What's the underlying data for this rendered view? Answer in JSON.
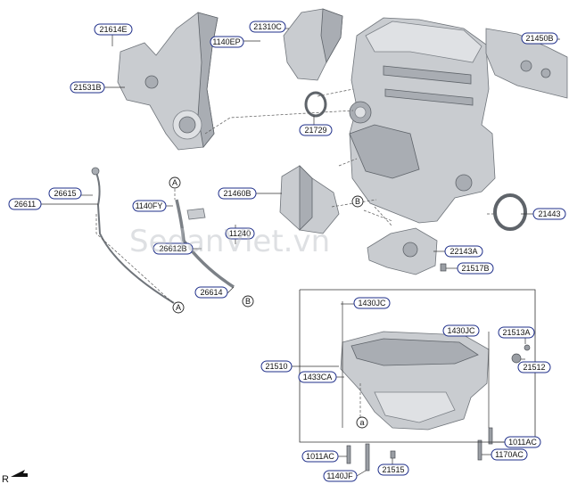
{
  "watermark": "SedanViet.vn",
  "corner_marker": "R",
  "labels": [
    {
      "key": "l_21614E",
      "text": "21614E"
    },
    {
      "key": "l_21531B",
      "text": "21531B"
    },
    {
      "key": "l_21310C",
      "text": "21310C"
    },
    {
      "key": "l_1140EP",
      "text": "1140EP"
    },
    {
      "key": "l_21450B",
      "text": "21450B"
    },
    {
      "key": "l_21729",
      "text": "21729"
    },
    {
      "key": "l_26611",
      "text": "26611"
    },
    {
      "key": "l_26615",
      "text": "26615"
    },
    {
      "key": "l_1140FY",
      "text": "1140FY"
    },
    {
      "key": "l_26612B",
      "text": "26612B"
    },
    {
      "key": "l_26614",
      "text": "26614"
    },
    {
      "key": "l_21460B",
      "text": "21460B"
    },
    {
      "key": "l_11240",
      "text": "11240"
    },
    {
      "key": "l_21443",
      "text": "21443"
    },
    {
      "key": "l_22143A",
      "text": "22143A"
    },
    {
      "key": "l_21517B",
      "text": "21517B"
    },
    {
      "key": "l_1430JC_a",
      "text": "1430JC"
    },
    {
      "key": "l_1430JC_b",
      "text": "1430JC"
    },
    {
      "key": "l_21513A",
      "text": "21513A"
    },
    {
      "key": "l_21510",
      "text": "21510"
    },
    {
      "key": "l_1433CA",
      "text": "1433CA"
    },
    {
      "key": "l_21512",
      "text": "21512"
    },
    {
      "key": "l_1011AC_a",
      "text": "1011AC"
    },
    {
      "key": "l_1011AC_b",
      "text": "1011AC"
    },
    {
      "key": "l_1170AC",
      "text": "1170AC"
    },
    {
      "key": "l_1140JF",
      "text": "1140JF"
    },
    {
      "key": "l_21515",
      "text": "21515"
    }
  ],
  "refs": [
    {
      "key": "r_A_top",
      "text": "A"
    },
    {
      "key": "r_A_bot",
      "text": "A"
    },
    {
      "key": "r_B_mid",
      "text": "B"
    },
    {
      "key": "r_B_bot",
      "text": "B"
    },
    {
      "key": "r_a",
      "text": "a"
    }
  ]
}
